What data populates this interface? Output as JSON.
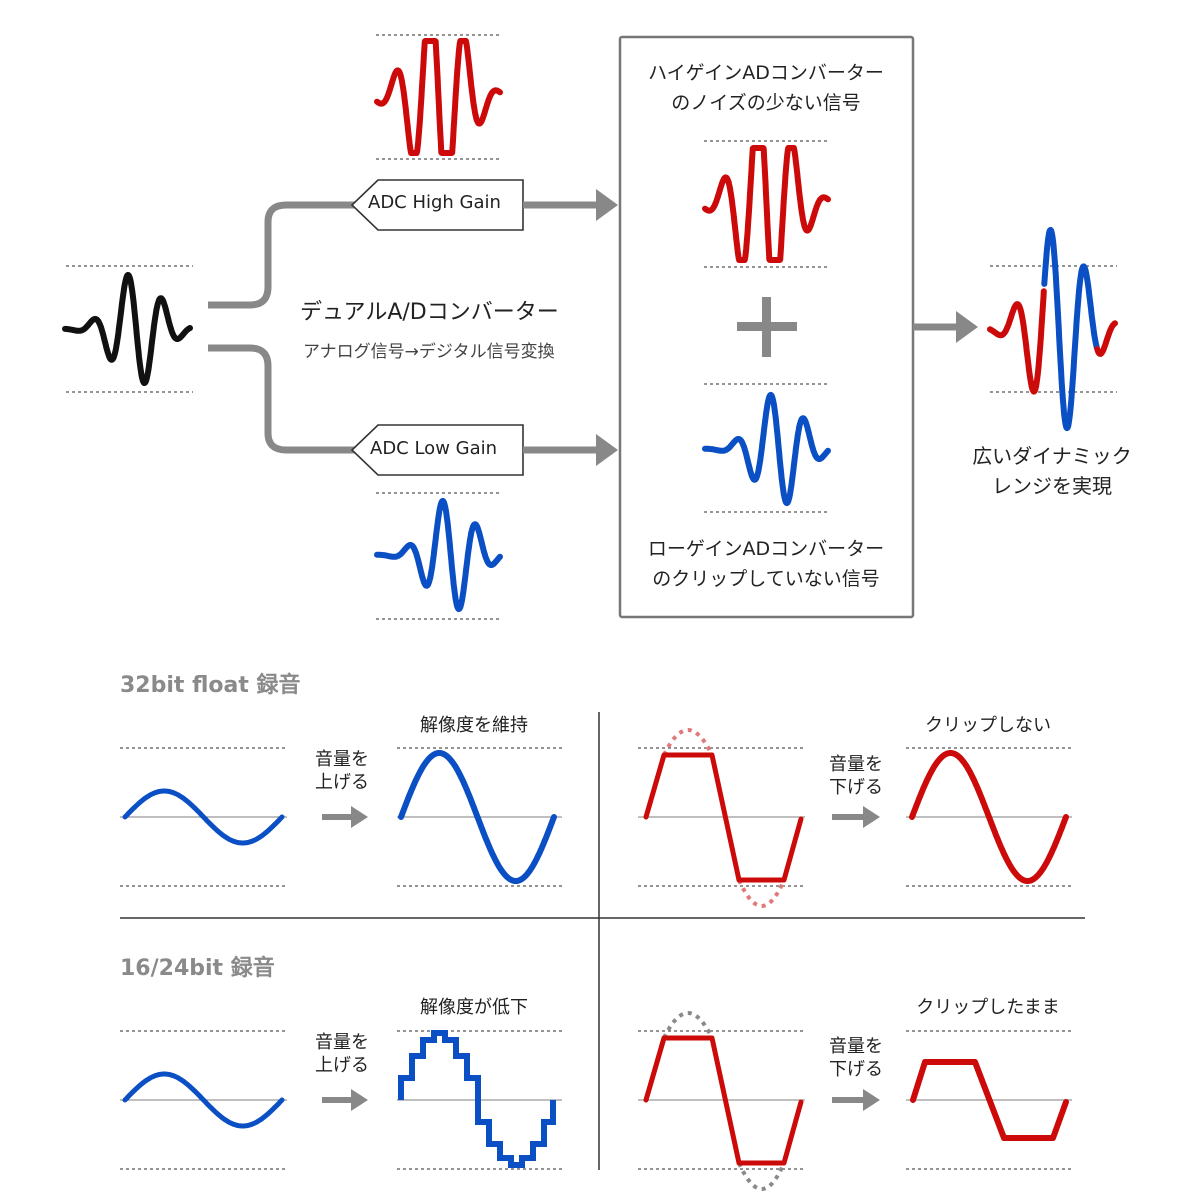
{
  "colors": {
    "black": "#111111",
    "red": "#cc0a0a",
    "blue": "#0b4fc4",
    "gray": "#888888",
    "pink_dashed": "#e07a7a",
    "gray_dashed": "#8a8a8a"
  },
  "top": {
    "converter_title": "デュアルA/Dコンバーター",
    "converter_subtitle": "アナログ信号→デジタル信号変換",
    "adc_high_label": "ADC High Gain",
    "adc_low_label": "ADC Low Gain",
    "box_high_line1": "ハイゲインADコンバーター",
    "box_high_line2": "のノイズの少ない信号",
    "plus_symbol": "+",
    "box_low_line1": "ローゲインADコンバーター",
    "box_low_line2": "のクリップしていない信号",
    "result_line1": "広いダイナミック",
    "result_line2": "レンジを実現"
  },
  "float_section": {
    "title": "32bit float 録音",
    "raise_line1": "音量を",
    "raise_line2": "上げる",
    "raise_result": "解像度を維持",
    "lower_line1": "音量を",
    "lower_line2": "下げる",
    "lower_result": "クリップしない"
  },
  "int_section": {
    "title": "16/24bit 録音",
    "raise_line1": "音量を",
    "raise_line2": "上げる",
    "raise_result": "解像度が低下",
    "lower_line1": "音量を",
    "lower_line2": "下げる",
    "lower_result": "クリップしたまま"
  }
}
